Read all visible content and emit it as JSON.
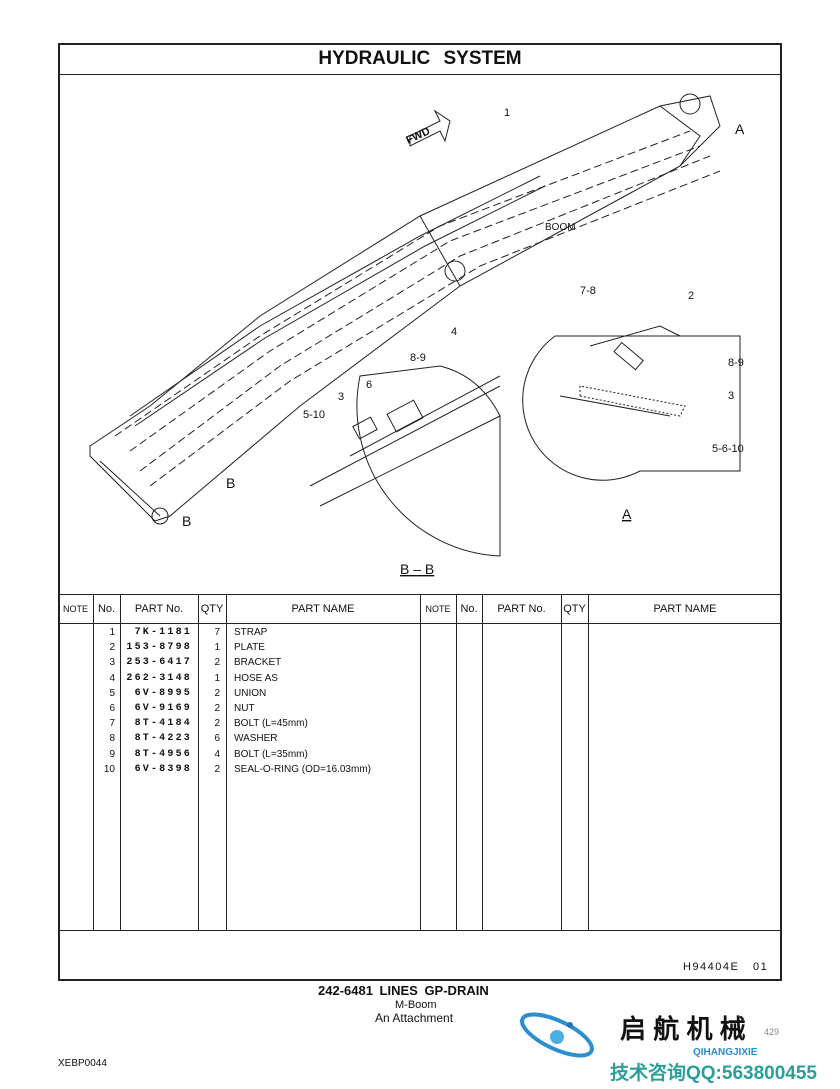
{
  "header": {
    "title": "HYDRAULIC  SYSTEM"
  },
  "diagram": {
    "labels": {
      "fwd": "FWD",
      "callout_1": "1",
      "view_a_arrow": "A",
      "boom": "BOOM",
      "a_7_8": "7-8",
      "a_2": "2",
      "a_8_9": "8-9",
      "a_3": "3",
      "a_5_6_10": "5-6-10",
      "view_a": "A",
      "b_4": "4",
      "b_8_9": "8-9",
      "b_3": "3",
      "b_6": "6",
      "b_5_10": "5-10",
      "section_b1": "B",
      "section_b2": "B",
      "view_bb": "B – B"
    }
  },
  "table": {
    "headers": {
      "note": "NOTE",
      "no": "No.",
      "part_no": "PART No.",
      "qty": "QTY",
      "part_name": "PART NAME"
    },
    "rows": [
      {
        "no": "1",
        "part_no": "7K-1181",
        "qty": "7",
        "name": "STRAP"
      },
      {
        "no": "2",
        "part_no": "153-8798",
        "qty": "1",
        "name": "PLATE"
      },
      {
        "no": "3",
        "part_no": "253-6417",
        "qty": "2",
        "name": "BRACKET"
      },
      {
        "no": "4",
        "part_no": "262-3148",
        "qty": "1",
        "name": "HOSE  AS"
      },
      {
        "no": "5",
        "part_no": "6V-8995",
        "qty": "2",
        "name": "UNION"
      },
      {
        "no": "6",
        "part_no": "6V-9169",
        "qty": "2",
        "name": "NUT"
      },
      {
        "no": "7",
        "part_no": "8T-4184",
        "qty": "2",
        "name": "BOLT (L=45mm)"
      },
      {
        "no": "8",
        "part_no": "8T-4223",
        "qty": "6",
        "name": "WASHER"
      },
      {
        "no": "9",
        "part_no": "8T-4956",
        "qty": "4",
        "name": "BOLT (L=35mm)"
      },
      {
        "no": "10",
        "part_no": "6V-8398",
        "qty": "2",
        "name": "SEAL-O-RING (OD=16.03mm)"
      }
    ]
  },
  "footer": {
    "code": "H94404E",
    "rev": "01",
    "group_title": "242-6481  LINES  GP-DRAIN",
    "sub1": "M-Boom",
    "sub2": "An Attachment",
    "doc_id": "XEBP0044",
    "page": "429"
  },
  "watermark": {
    "brand_cn": "启 航 机 械",
    "brand_pinyin": "QIHANGJIXIE",
    "contact": "技术咨询QQ:563800455",
    "color": "#2a8fd0"
  }
}
